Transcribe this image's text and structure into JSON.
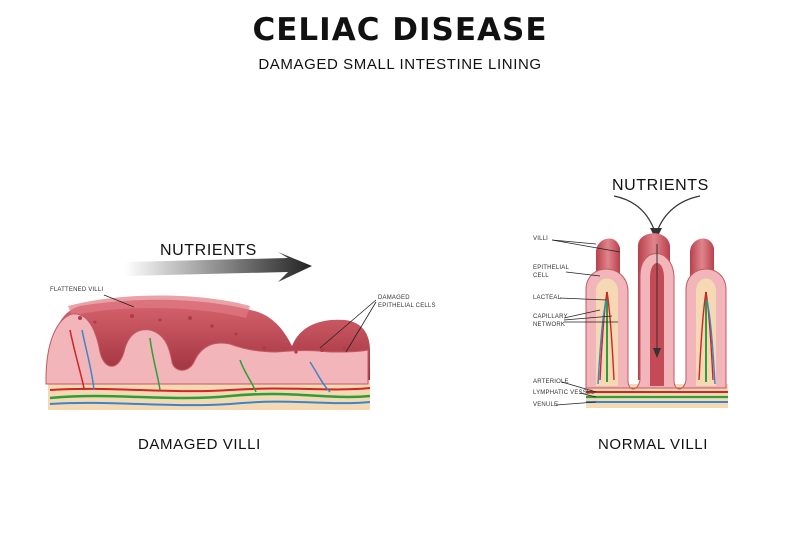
{
  "title": "CELIAC DISEASE",
  "subtitle": "DAMAGED SMALL INTESTINE LINING",
  "damaged": {
    "nutrients": "NUTRIENTS",
    "caption": "DAMAGED VILLI",
    "labels": {
      "flattened": "FLATTENED VILLI",
      "damaged_cells_1": "DAMAGED",
      "damaged_cells_2": "EPITHELIAL CELLS"
    }
  },
  "normal": {
    "nutrients": "NUTRIENTS",
    "caption": "NORMAL VILLI",
    "labels": {
      "villi": "VILLI",
      "epithelial_1": "EPITHELIAL",
      "epithelial_2": "CELL",
      "lacteal": "LACTEAL",
      "capillary_1": "CAPILLARY",
      "capillary_2": "NETWORK",
      "arteriole": "ARTERIOLE",
      "lymphatic": "LYMPHATIC VESSEL",
      "venule": "VENULE"
    }
  },
  "colors": {
    "tissue": "#c44a55",
    "tissue_dark": "#8e2b36",
    "cells": "#f2b5ba",
    "base": "#f5d9b5",
    "artery": "#d32323",
    "vein": "#3a86c8",
    "lymph": "#2e9e3a"
  }
}
